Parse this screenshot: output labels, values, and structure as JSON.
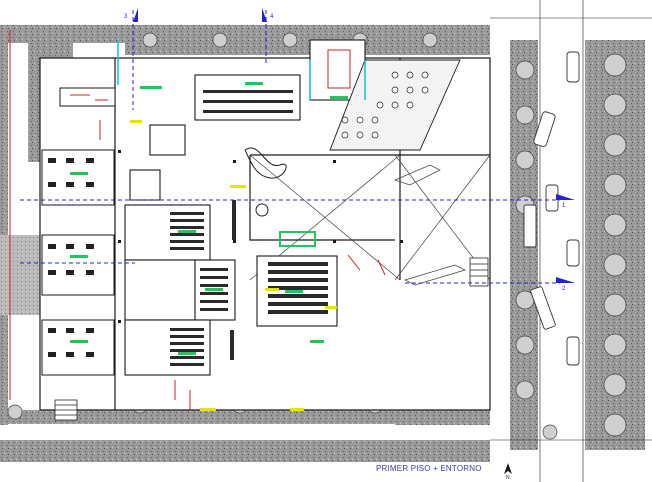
{
  "drawing": {
    "caption": "PRIMER PISO + ENTORNO",
    "north_label": "N",
    "grid_markers": [
      "3",
      "4",
      "1",
      "2"
    ],
    "colors": {
      "background": "#ffffff",
      "pavement": "#8a8a8a",
      "walls": "#1a1a1a",
      "cars": "#333333",
      "trees": "#555555",
      "accent_green": "#22c55e",
      "accent_yellow": "#e6e600",
      "accent_red": "#d61f1f",
      "accent_blue": "#2323d6",
      "accent_cyan": "#00c8d8",
      "caption_color": "#3b3bb5"
    }
  }
}
